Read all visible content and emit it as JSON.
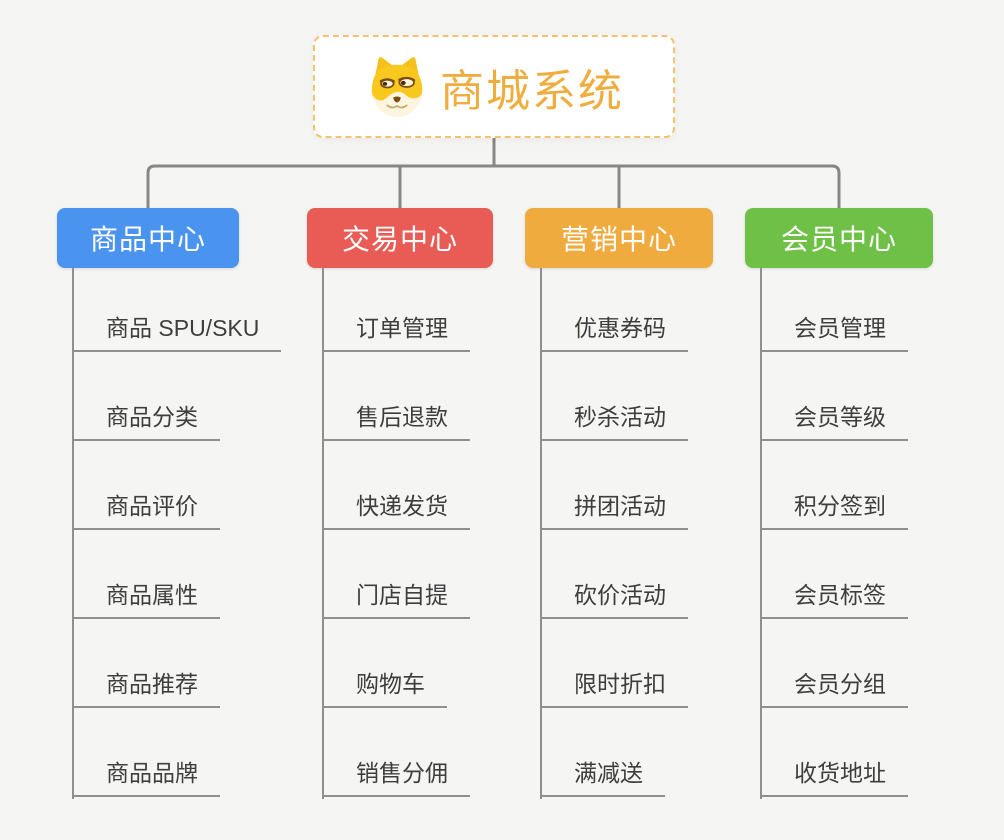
{
  "root": {
    "title": "商城系统",
    "title_color": "#f0ad3f",
    "border_color": "#f2c36d",
    "icon": "doge-face-icon"
  },
  "colors": {
    "background": "#f5f5f4",
    "connector": "#878787",
    "leaf_line": "#8f8f8f",
    "leaf_text": "#3e3e3e"
  },
  "branches": [
    {
      "label": "商品中心",
      "color": "#4a93ee",
      "items": [
        "商品 SPU/SKU",
        "商品分类",
        "商品评价",
        "商品属性",
        "商品推荐",
        "商品品牌"
      ]
    },
    {
      "label": "交易中心",
      "color": "#e85c55",
      "items": [
        "订单管理",
        "售后退款",
        "快递发货",
        "门店自提",
        "购物车",
        "销售分佣"
      ]
    },
    {
      "label": "营销中心",
      "color": "#f0ab3e",
      "items": [
        "优惠券码",
        "秒杀活动",
        "拼团活动",
        "砍价活动",
        "限时折扣",
        "满减送"
      ]
    },
    {
      "label": "会员中心",
      "color": "#6fc047",
      "items": [
        "会员管理",
        "会员等级",
        "积分签到",
        "会员标签",
        "会员分组",
        "收货地址"
      ]
    }
  ]
}
